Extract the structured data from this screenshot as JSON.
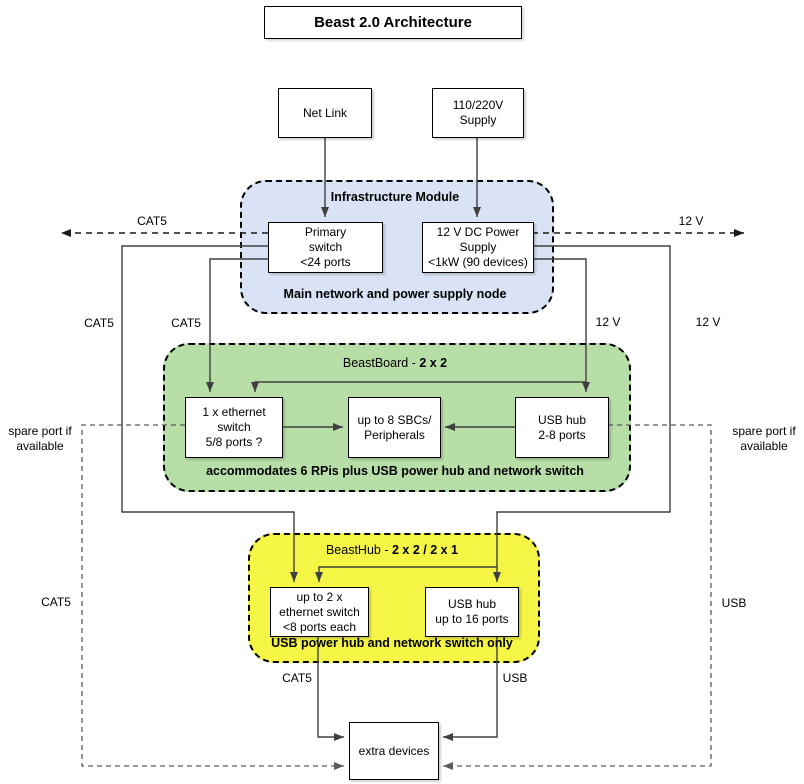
{
  "diagram": {
    "title": "Beast 2.0 Architecture"
  },
  "colors": {
    "infrastructure_fill": "#d9e3f5",
    "beastboard_fill": "#b7dea6",
    "beasthub_fill": "#f5f546"
  },
  "nodes": {
    "net_link": "Net Link",
    "supply": "110/220V\nSupply",
    "primary_switch": "Primary\nswitch\n<24 ports",
    "dc_power": "12 V DC Power\nSupply\n<1kW (90 devices)",
    "bb_ethernet": "1 x ethernet\nswitch\n5/8 ports ?",
    "bb_sbcs": "up to 8 SBCs/\nPeripherals",
    "bb_usb_hub": "USB hub\n2-8 ports",
    "bh_ethernet": "up to 2 x\nethernet switch\n<8 ports each",
    "bh_usb_hub": "USB hub\nup to 16 ports",
    "extra_devices": "extra devices"
  },
  "modules": {
    "infrastructure": {
      "title": "Infrastructure Module",
      "caption": "Main network and power supply node"
    },
    "beastboard": {
      "title_prefix": "BeastBoard - ",
      "title_bold": "2 x 2",
      "caption": "accommodates 6 RPis plus USB power hub and network switch"
    },
    "beasthub": {
      "title_prefix": "BeastHub - ",
      "title_bold": "2 x 2 / 2 x 1",
      "caption": "USB power hub and network switch only"
    }
  },
  "edge_labels": {
    "cat5_top": "CAT5",
    "v12_top": "12 V",
    "cat5_outer": "CAT5",
    "cat5_inner": "CAT5",
    "v12_inner": "12 V",
    "v12_outer": "12 V",
    "spare_left": "spare port if\navailable",
    "spare_right": "spare port if\navailable",
    "cat5_rail": "CAT5",
    "usb_rail": "USB",
    "cat5_bottom": "CAT5",
    "usb_bottom": "USB"
  }
}
